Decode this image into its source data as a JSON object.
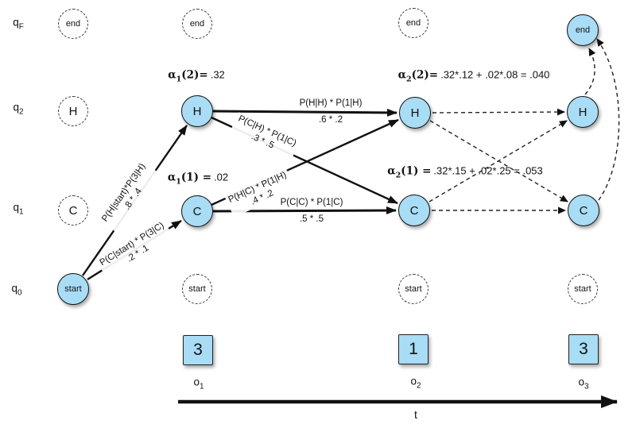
{
  "rows": [
    {
      "main": "q",
      "sub": "F"
    },
    {
      "main": "q",
      "sub": "2"
    },
    {
      "main": "q",
      "sub": "1"
    },
    {
      "main": "q",
      "sub": "0"
    }
  ],
  "node_labels": {
    "end": "end",
    "start": "start",
    "hot": "H",
    "cold": "C"
  },
  "alphas": {
    "a1_2": {
      "alpha": "α",
      "sub": "1",
      "paren": "(2)=",
      "expr": ".32"
    },
    "a2_2": {
      "alpha": "α",
      "sub": "2",
      "paren": "(2)=",
      "expr": ".32*.12 + .02*.08 = .040"
    },
    "a1_1": {
      "alpha": "α",
      "sub": "1",
      "paren": "(1) =",
      "expr": ".02"
    },
    "a2_1": {
      "alpha": "α",
      "sub": "2",
      "paren": "(1) =",
      "expr": ".32*.15 + .02*.25 = .053"
    }
  },
  "edge_labels": {
    "start_h": {
      "line1": "P(H|start)*P(3|H)",
      "line2": ".8 * .4"
    },
    "start_c": {
      "line1": "P(C|start) * P(3|C)",
      "line2": ".2 * .1"
    },
    "h_h": {
      "line1": "P(H|H) * P(1|H)",
      "line2": ".6 * .2"
    },
    "h_c": {
      "line1": "P(C|H) * P(1|C)",
      "line2": ".3 * .5"
    },
    "c_h": {
      "line1": "P(H|C) * P(1|H)",
      "line2": ".4 * .2"
    },
    "c_c": {
      "line1": "P(C|C) * P(1|C)",
      "line2": ".5 * .5"
    }
  },
  "observations": [
    {
      "value": "3",
      "main": "o",
      "sub": "1"
    },
    {
      "value": "1",
      "main": "o",
      "sub": "2"
    },
    {
      "value": "3",
      "main": "o",
      "sub": "3"
    }
  ],
  "axis_label": "t",
  "colors": {
    "node_fill": "#a9dcf5",
    "node_border": "#111111",
    "line": "#111111"
  }
}
